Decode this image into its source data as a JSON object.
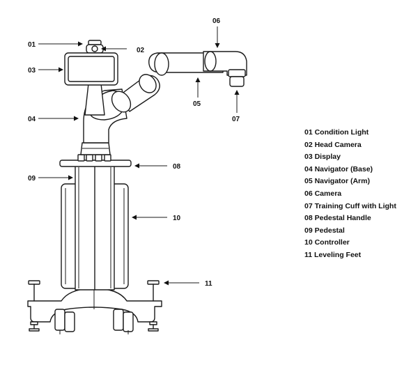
{
  "callouts": [
    {
      "num": "01"
    },
    {
      "num": "02"
    },
    {
      "num": "03"
    },
    {
      "num": "04"
    },
    {
      "num": "05"
    },
    {
      "num": "06"
    },
    {
      "num": "07"
    },
    {
      "num": "08"
    },
    {
      "num": "09"
    },
    {
      "num": "10"
    },
    {
      "num": "11"
    }
  ],
  "legend": [
    {
      "label": "01 Condition Light"
    },
    {
      "label": "02 Head Camera"
    },
    {
      "label": "03 Display"
    },
    {
      "label": "04 Navigator (Base)"
    },
    {
      "label": "05 Navigator (Arm)"
    },
    {
      "label": "06 Camera"
    },
    {
      "label": "07 Training Cuff with Light"
    },
    {
      "label": "08 Pedestal Handle"
    },
    {
      "label": "09 Pedestal"
    },
    {
      "label": "10 Controller"
    },
    {
      "label": "11 Leveling Feet"
    }
  ]
}
